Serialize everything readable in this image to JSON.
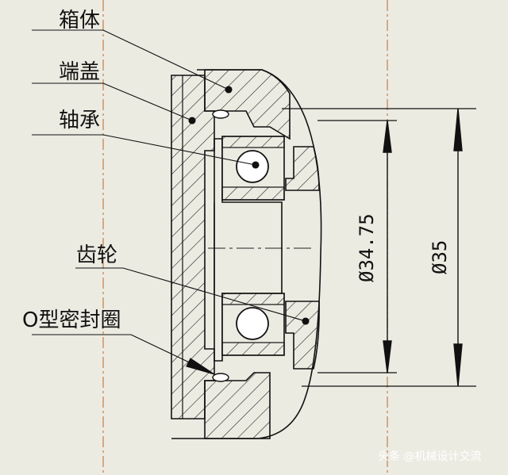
{
  "labels": {
    "housing": "箱体",
    "end_cover": "端盖",
    "bearing": "轴承",
    "gear": "齿轮",
    "o_ring": "O型密封圈"
  },
  "dimensions": {
    "inner_diameter": "Ø34.75",
    "outer_diameter": "Ø35"
  },
  "watermark": "头条 @机械设计交流",
  "colors": {
    "background": "#ecebe2",
    "line": "#111111",
    "centerline": "#d07a3a"
  }
}
